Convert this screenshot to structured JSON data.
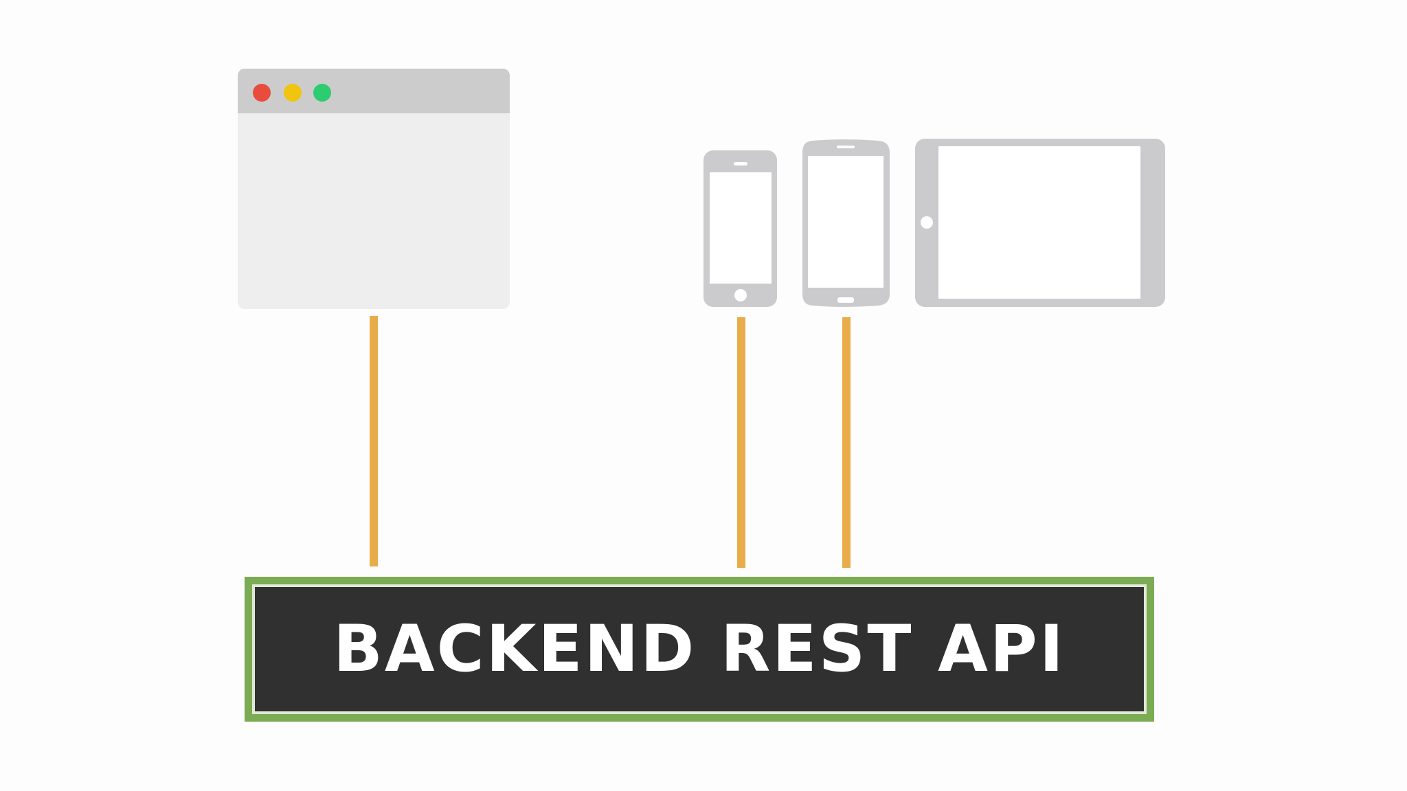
{
  "backend": {
    "label": "BACKEND REST API"
  },
  "clients": {
    "browser": {
      "name": "browser-window",
      "traffic_lights": [
        "red",
        "yellow",
        "green"
      ]
    },
    "phone": {
      "name": "iphone"
    },
    "android": {
      "name": "android-phone"
    },
    "tablet": {
      "name": "tablet"
    }
  },
  "colors": {
    "device_gray": "#cbcbcd",
    "browser_body": "#eeeeef",
    "browser_titlebar": "#cccccc",
    "connector": "#e8ad4a",
    "api_border": "#7bab52",
    "api_fill": "#313030",
    "api_text": "#ffffff",
    "light_red": "#e74c3c",
    "light_yellow": "#f1c40f",
    "light_green": "#2ecc71"
  },
  "icons": [
    "browser-window-icon",
    "iphone-icon",
    "android-phone-icon",
    "tablet-icon"
  ]
}
